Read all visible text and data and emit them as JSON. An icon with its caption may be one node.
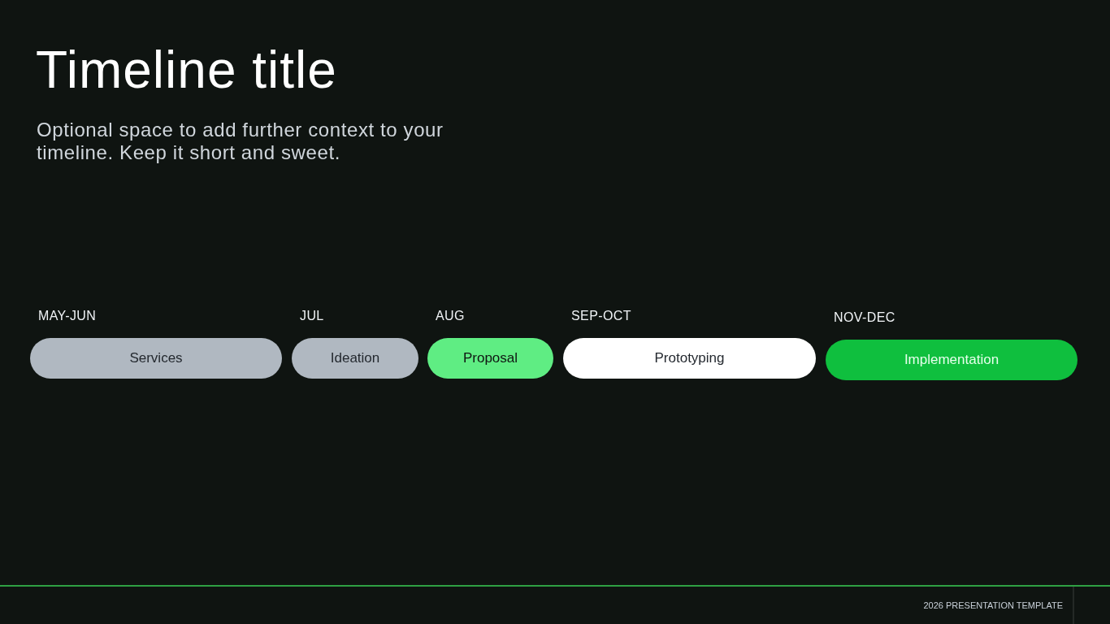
{
  "diagram": {
    "title": "Timeline title",
    "nodes": [
      {
        "text": [
          "Services"
        ],
        "beside": [
          "MAY-JUN"
        ]
      },
      {
        "text": [
          "Ideation"
        ],
        "beside": [
          "JUL"
        ]
      },
      {
        "text": [
          "Proposal"
        ],
        "beside": [
          "AUG"
        ]
      },
      {
        "text": [
          "Prototyping"
        ],
        "beside": [
          "SEP-OCT"
        ]
      },
      {
        "text": [
          "Implementation"
        ],
        "beside": [
          "NOV-DEC"
        ]
      }
    ],
    "labels": [
      "Optional space to add further context to your timeline. Keep it short and sweet.",
      "2026 PRESENTATION TEMPLATE"
    ]
  }
}
